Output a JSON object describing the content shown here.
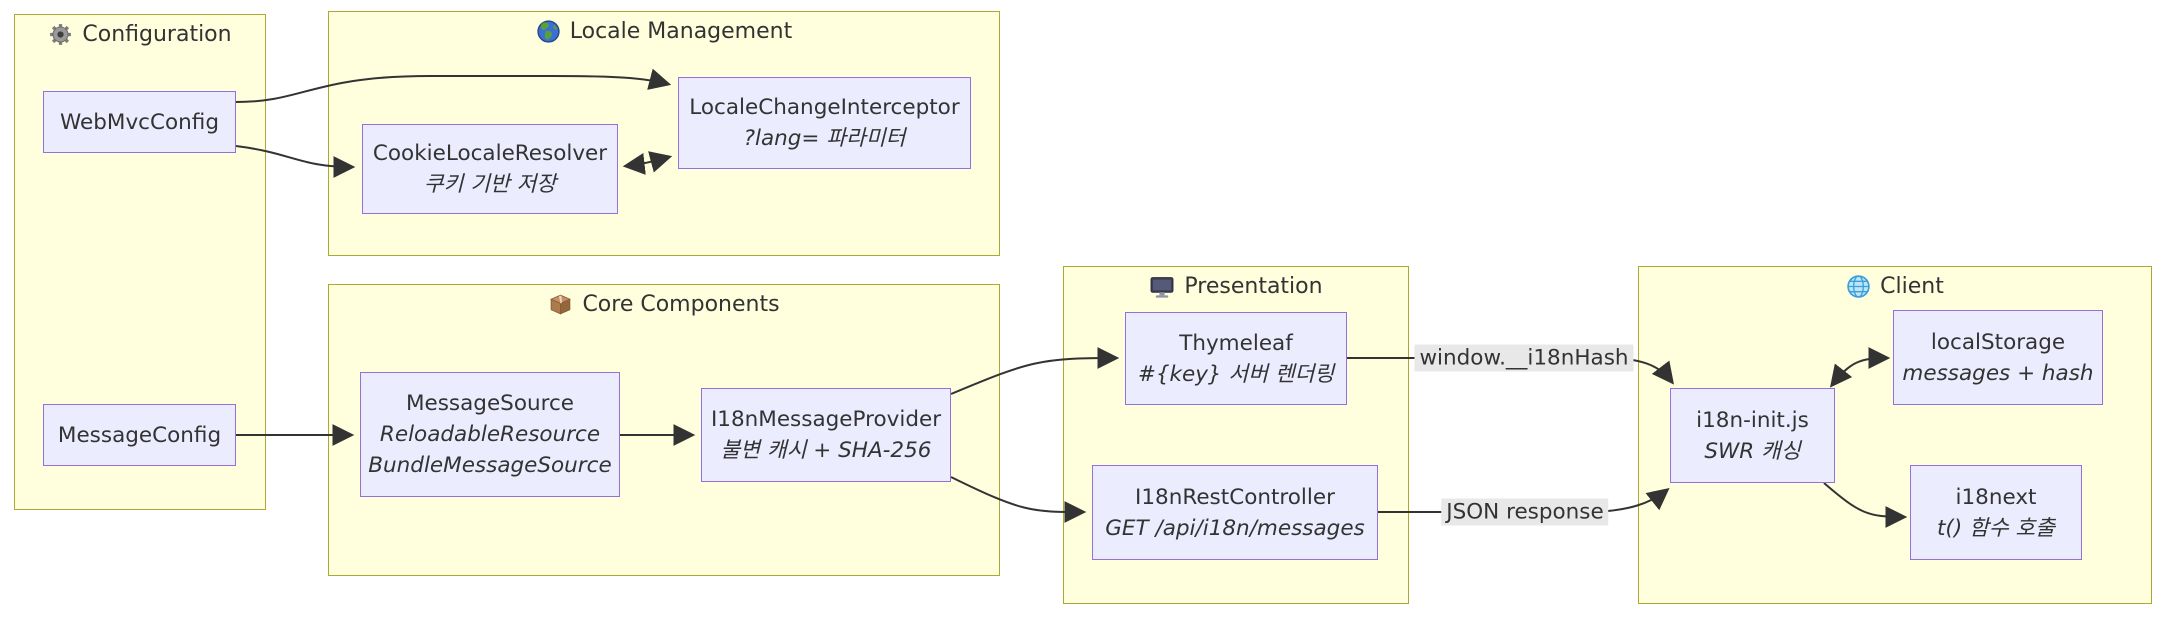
{
  "diagram_type": "flowchart",
  "colors": {
    "group_fill": "#ffffde",
    "group_border": "#aaaa33",
    "node_fill": "#ececff",
    "node_border": "#9370db",
    "arrow": "#333333",
    "edge_label_bg": "#e8e8e8",
    "text": "#333333",
    "canvas": "#ffffff"
  },
  "groups": {
    "configuration": {
      "label": "Configuration",
      "icon": "gear-icon"
    },
    "locale_management": {
      "label": "Locale Management",
      "icon": "globe-europe-africa-icon"
    },
    "core_components": {
      "label": "Core Components",
      "icon": "package-icon"
    },
    "presentation": {
      "label": "Presentation",
      "icon": "desktop-computer-icon"
    },
    "client": {
      "label": "Client",
      "icon": "globe-meridians-icon"
    }
  },
  "nodes": {
    "web_mvc_config": {
      "title": "WebMvcConfig"
    },
    "message_config": {
      "title": "MessageConfig"
    },
    "cookie_locale_resolver": {
      "title": "CookieLocaleResolver",
      "sub": "쿠키 기반 저장"
    },
    "locale_change_interceptor": {
      "title": "LocaleChangeInterceptor",
      "sub": "?lang= 파라미터"
    },
    "message_source": {
      "title": "MessageSource",
      "sub": "ReloadableResource",
      "sub2": "BundleMessageSource"
    },
    "i18n_message_provider": {
      "title": "I18nMessageProvider",
      "sub": "불변 캐시 + SHA-256"
    },
    "thymeleaf": {
      "title": "Thymeleaf",
      "sub": "#{key} 서버 렌더링"
    },
    "i18n_rest_controller": {
      "title": "I18nRestController",
      "sub": "GET /api/i18n/messages"
    },
    "i18n_init_js": {
      "title": "i18n-init.js",
      "sub": "SWR 캐싱"
    },
    "local_storage": {
      "title": "localStorage",
      "sub": "messages + hash"
    },
    "i18next": {
      "title": "i18next",
      "sub": "t() 함수 호출"
    }
  },
  "edge_labels": {
    "i18n_hash": "window.__i18nHash",
    "json_response": "JSON response"
  },
  "edges": [
    "WebMvcConfig -> LocaleChangeInterceptor",
    "WebMvcConfig -> CookieLocaleResolver",
    "CookieLocaleResolver <-> LocaleChangeInterceptor",
    "MessageConfig -> MessageSource",
    "MessageSource -> I18nMessageProvider",
    "I18nMessageProvider -> Thymeleaf",
    "I18nMessageProvider -> I18nRestController",
    "Thymeleaf -> i18n-init.js : window.__i18nHash",
    "I18nRestController -> i18n-init.js : JSON response",
    "i18n-init.js <-> localStorage",
    "i18n-init.js -> i18next"
  ]
}
